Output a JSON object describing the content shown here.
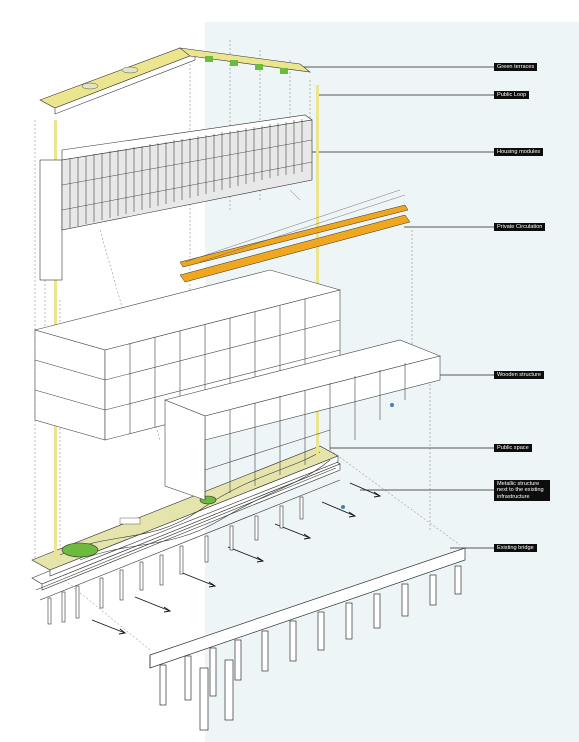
{
  "colors": {
    "panel": "#eef5f6",
    "line": "#2b2b2b",
    "public_loop": "#ece58f",
    "circulation": "#f0a61e",
    "green": "#6dbb3e",
    "public_space": "#e6e4ad",
    "dot": "#4a7db8"
  },
  "labels": {
    "green_terraces": "Green terraces",
    "public_loop": "Public Loop",
    "housing_modules": "Housing modules",
    "private_circulation": "Private Circulation",
    "wooden_structure": "Wooden structure",
    "public_space": "Public space",
    "metallic_structure": "Metallic structure next to the existing infrastructure",
    "existing_bridge": "Existing bridge"
  }
}
